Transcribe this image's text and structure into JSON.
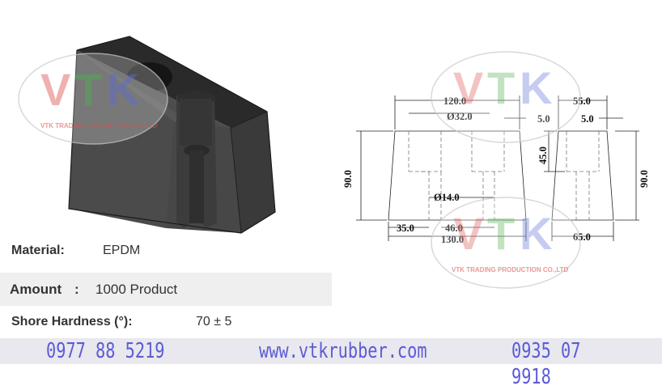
{
  "watermark": {
    "letters": "VTK",
    "company": "VTK TRADING PRODUCTION CO.,LTD"
  },
  "drawing": {
    "dims": {
      "d120": "120.0",
      "d32": "Ø32.0",
      "d5a": "5.0",
      "d55": "55.0",
      "d5b": "5.0",
      "d90a": "90.0",
      "d45": "45.0",
      "d14": "Ø14.0",
      "d90b": "90.0",
      "d35": "35.0",
      "d46": "46.0",
      "d130": "130.0",
      "d65": "65.0"
    }
  },
  "specs": {
    "material_label": "Material:",
    "material_value": "EPDM",
    "amount_label": "Amount",
    "amount_colon": ":",
    "amount_value": "1000 Product",
    "hardness_label": "Shore Hardness (°):",
    "hardness_value": "70 ± 5"
  },
  "footer": {
    "phone1": "0977 88 5219",
    "website": "www.vtkrubber.com",
    "phone2": "0935 07 9918"
  },
  "colors": {
    "footer_text": "#5b5bd6",
    "watermark_red": "#d9534f",
    "watermark_green": "#4caf50",
    "watermark_blue": "#5b6bd6"
  }
}
